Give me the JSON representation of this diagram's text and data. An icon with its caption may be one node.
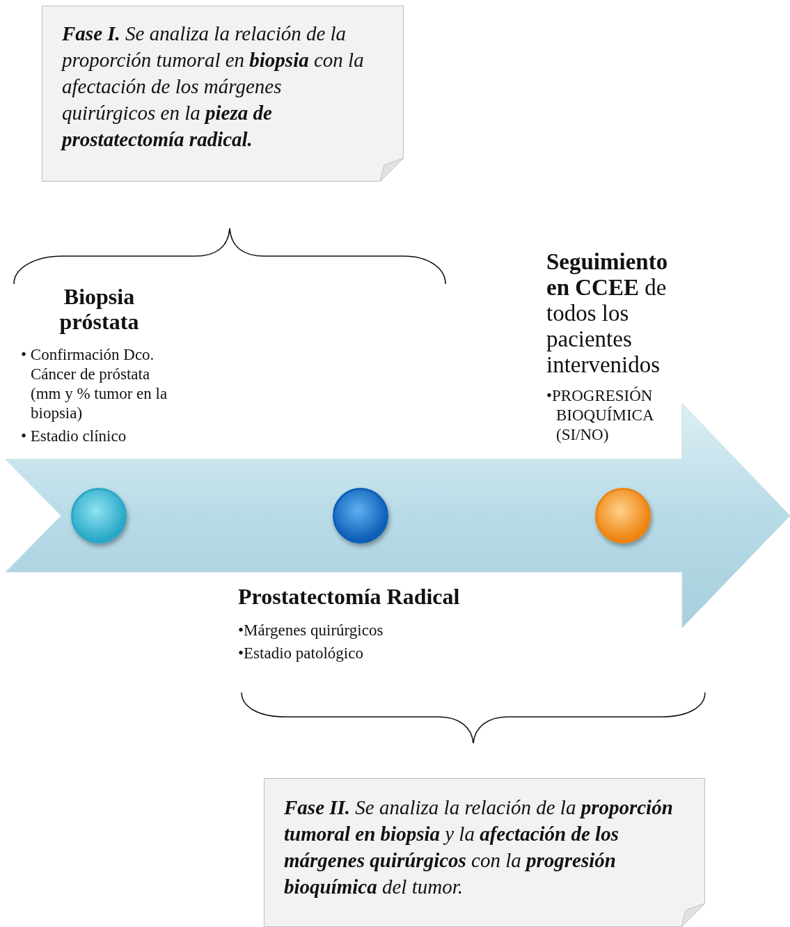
{
  "diagram": {
    "nodes": [
      {
        "text": [
          "**Fase I.** Se analiza la relación de la proporción tumoral en **biopsia** con la afectación de los márgenes quirúrgicos en la **pieza de prostatectomía radical.**"
        ]
      },
      {
        "text": [],
        "shape": "arrow"
      },
      {
        "text": [],
        "shape": "circle",
        "in": 1
      },
      {
        "text": [],
        "shape": "circle",
        "in": 1
      },
      {
        "text": [],
        "shape": "circle",
        "in": 1
      },
      {
        "text": [
          "**Fase II.** Se analiza la relación de la **proporción tumoral en biopsia** y la **afectación de los márgenes quirúrgicos** con la **progresión bioquímica** del tumor."
        ]
      }
    ],
    "labels": [
      "**Seguimiento en CCEE** de todos los pacientes intervenidos",
      "Biopsia próstata",
      "• Confirmación Dco. Cáncer de próstata (mm y % tumor en la biopsia)",
      "• Estadio clínico",
      "•PROGRESIÓN BIOQUÍMICA (SI/NO)",
      "Prostatectomía Radical",
      "•Márgenes quirúrgicos",
      "•Estadio patológico"
    ]
  }
}
